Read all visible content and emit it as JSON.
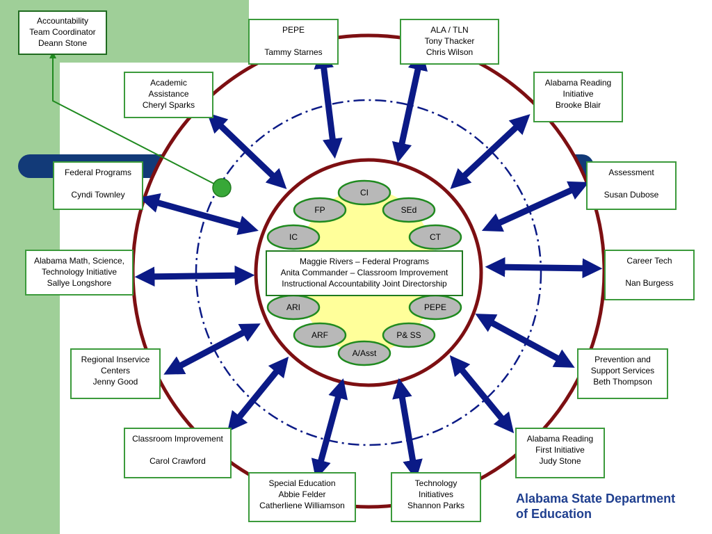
{
  "center": {
    "lines": [
      "Maggie Rivers – Federal Programs",
      "Anita Commander – Classroom Improvement",
      "Instructional Accountability Joint Directorship"
    ]
  },
  "ovals": [
    "CI",
    "FP",
    "SEd",
    "IC",
    "CT",
    "ARI",
    "PEPE",
    "ARF",
    "P& SS",
    "A/Asst"
  ],
  "boxes": {
    "accountability": [
      "Accountability",
      "Team Coordinator",
      "Deann Stone"
    ],
    "pepe": [
      "PEPE",
      "",
      "Tammy Starnes"
    ],
    "ala_tln": [
      "ALA / TLN",
      "Tony Thacker",
      "Chris Wilson"
    ],
    "academic": [
      "Academic",
      "Assistance",
      "Cheryl Sparks"
    ],
    "reading": [
      "Alabama Reading",
      "Initiative",
      "Brooke Blair"
    ],
    "federal": [
      "Federal Programs",
      "",
      "Cyndi Townley"
    ],
    "assessment": [
      "Assessment",
      "",
      "Susan Dubose"
    ],
    "amsti": [
      "Alabama Math, Science,",
      "Technology Initiative",
      "Sallye Longshore"
    ],
    "career": [
      "Career Tech",
      "",
      "Nan Burgess"
    ],
    "regional": [
      "Regional Inservice",
      "Centers",
      "Jenny Good"
    ],
    "prevention": [
      "Prevention and",
      "Support Services",
      "Beth Thompson"
    ],
    "classroom": [
      "Classroom Improvement",
      "",
      "Carol Crawford"
    ],
    "first": [
      "Alabama Reading",
      "First Initiative",
      "Judy Stone"
    ],
    "sped": [
      "Special Education",
      "Abbie Felder",
      "Catherliene Williamson"
    ],
    "tech": [
      "Technology",
      "Initiatives",
      "Shannon Parks"
    ]
  },
  "footer": [
    "Alabama State Department",
    "of Education"
  ],
  "colors": {
    "sidebar_green": "#9fcf98",
    "banner_navy": "#123a78",
    "ring_maroon": "#7d0f12",
    "arrow_navy": "#0b1a86",
    "box_border_green": "#3b9a3b",
    "oval_fill": "#b8b8b8",
    "oval_border": "#1f8a1f",
    "center_fill": "#ffff9a",
    "dot_green": "#38a838",
    "footer_blue": "#1f3f8f"
  }
}
